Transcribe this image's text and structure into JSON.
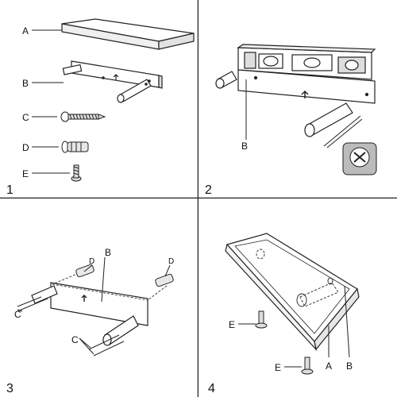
{
  "panels": [
    {
      "number": "1",
      "labels": {
        "a": "A",
        "b": "B",
        "c": "C",
        "d": "D",
        "e": "E"
      }
    },
    {
      "number": "2",
      "labels": {
        "b": "B"
      }
    },
    {
      "number": "3",
      "labels": {
        "b": "B",
        "c1": "C",
        "c2": "C",
        "d1": "D",
        "d2": "D"
      }
    },
    {
      "number": "4",
      "labels": {
        "e1": "E",
        "e2": "E",
        "a": "A",
        "b": "B"
      }
    }
  ],
  "colors": {
    "line": "#222222",
    "fill": "#ffffff",
    "shade": "#cfcfcf",
    "dark": "#555555"
  }
}
